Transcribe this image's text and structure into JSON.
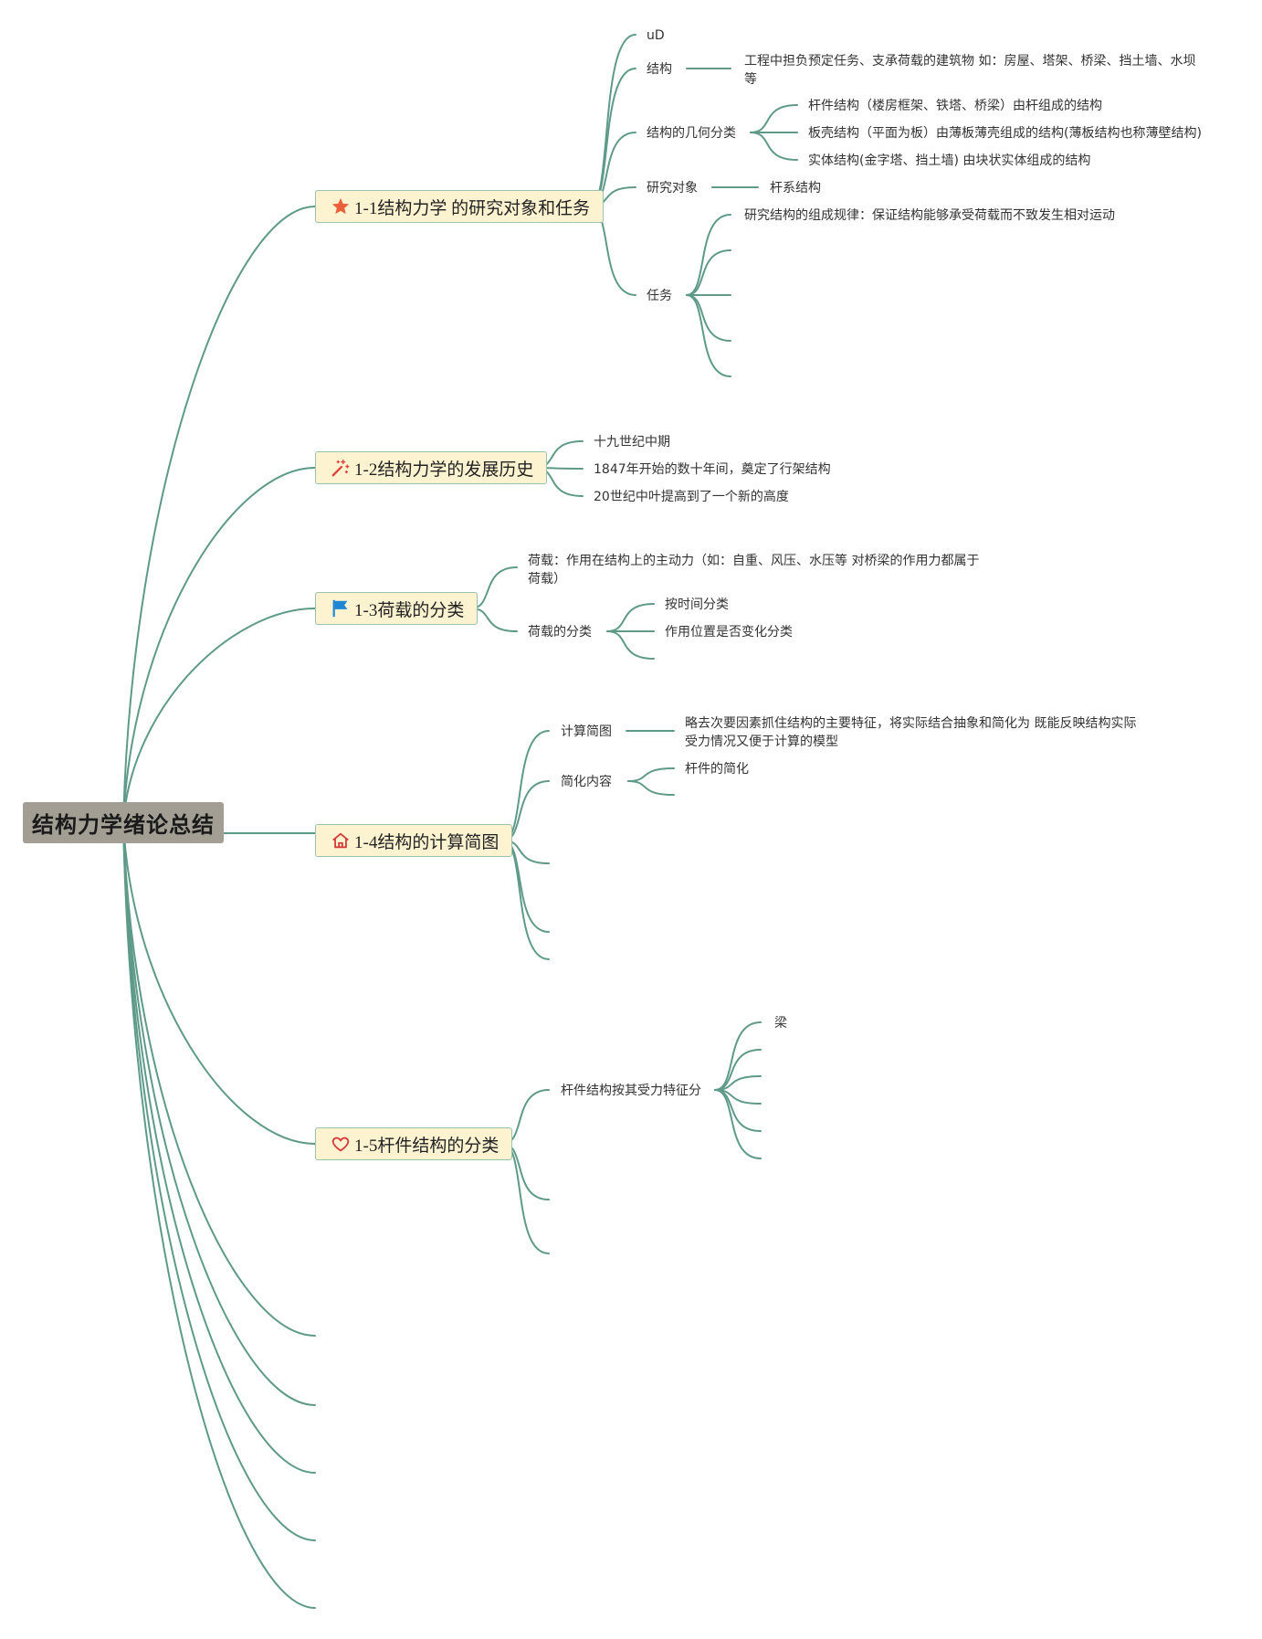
{
  "root": {
    "label": "结构力学绪论总结"
  },
  "branches": [
    {
      "label": "1-1结构力学 的研究对象和任务",
      "icon": "star-icon",
      "children": [
        {
          "label": "uD"
        },
        {
          "label": "结构",
          "child": "工程中担负预定任务、支承荷载的建筑物 如：房屋、塔架、桥梁、挡土墙、水坝等"
        },
        {
          "label": "结构的几何分类",
          "children": [
            "杆件结构（楼房框架、铁塔、桥梁）由杆组成的结构",
            "板壳结构（平面为板）由薄板薄壳组成的结构(薄板结构也称薄壁结构)",
            "实体结构(金字塔、挡土墙) 由块状实体组成的结构"
          ]
        },
        {
          "label": "研究对象",
          "child": "杆系结构"
        },
        {
          "label": "任务",
          "children": [
            "研究结构的组成规律：保证结构能够承受荷载而不致发生相对运动"
          ]
        }
      ]
    },
    {
      "label": "1-2结构力学的发展历史",
      "icon": "magic-wand-icon",
      "children": [
        "十九世纪中期",
        "1847年开始的数十年间，奠定了行架结构",
        "20世纪中叶提高到了一个新的高度"
      ]
    },
    {
      "label": "1-3荷载的分类",
      "icon": "flag-icon",
      "children": [
        {
          "label": "荷载：作用在结构上的主动力（如：自重、风压、水压等 对桥梁的作用力都属于荷载）"
        },
        {
          "label": "荷载的分类",
          "children": [
            "按时间分类",
            "作用位置是否变化分类"
          ]
        }
      ]
    },
    {
      "label": "1-4结构的计算简图",
      "icon": "home-icon",
      "children": [
        {
          "label": "计算简图",
          "child": "略去次要因素抓住结构的主要特征，将实际结合抽象和简化为 既能反映结构实际受力情况又便于计算的模型"
        },
        {
          "label": "简化内容",
          "children": [
            "杆件的简化"
          ]
        }
      ]
    },
    {
      "label": "1-5杆件结构的分类",
      "icon": "heart-icon",
      "children": [
        {
          "label": "杆件结构按其受力特征分",
          "children": [
            "梁"
          ]
        }
      ]
    }
  ],
  "colors": {
    "edge": "#5f9a88",
    "root_bg": "#a39e93",
    "branch_bg": "#fdf3d1",
    "branch_border": "#9cc1ae",
    "star": "#e8613a",
    "wand": "#e0443e",
    "flag": "#1f86d4",
    "home": "#d63b3b",
    "heart": "#d63b3b"
  }
}
